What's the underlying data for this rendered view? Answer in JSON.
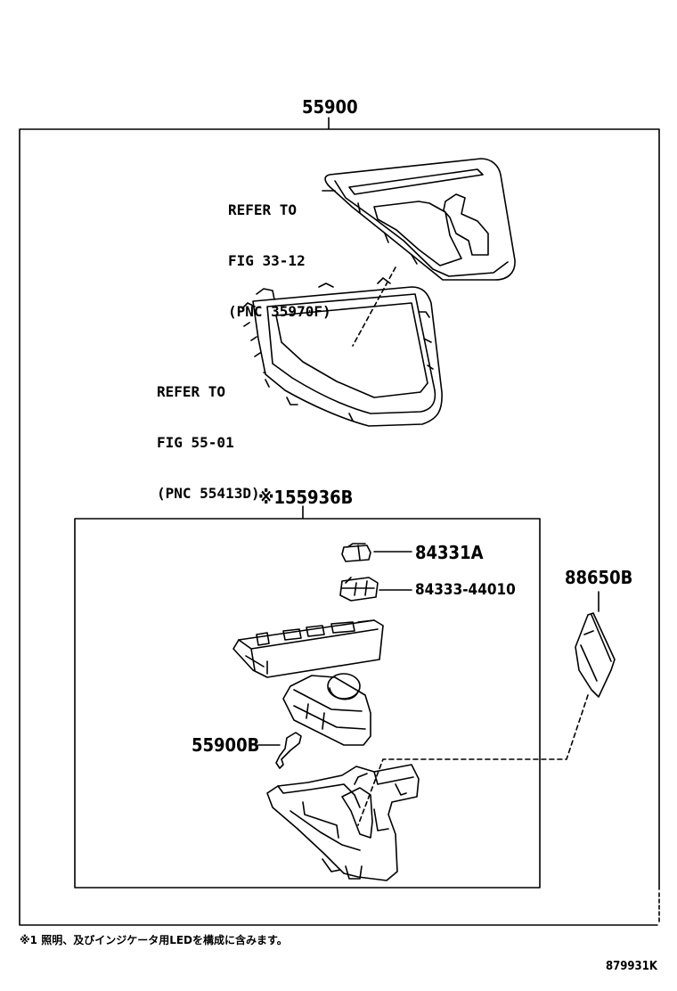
{
  "parts": {
    "assembly_main": "55900",
    "assembly_sub": "※155936B",
    "bulb_socket": "84331A",
    "switch": "84333-44010",
    "module": "88650B",
    "screw_pin": "55900B"
  },
  "refs": {
    "upper": [
      "REFER TO",
      "FIG 33-12",
      "(PNC 35970F)"
    ],
    "lower": [
      "REFER TO",
      "FIG 55-01",
      "(PNC 55413D)"
    ]
  },
  "footnote": "※1 照明、及びインジケータ用LEDを構成に含みます。",
  "diagram_id": "879931K"
}
